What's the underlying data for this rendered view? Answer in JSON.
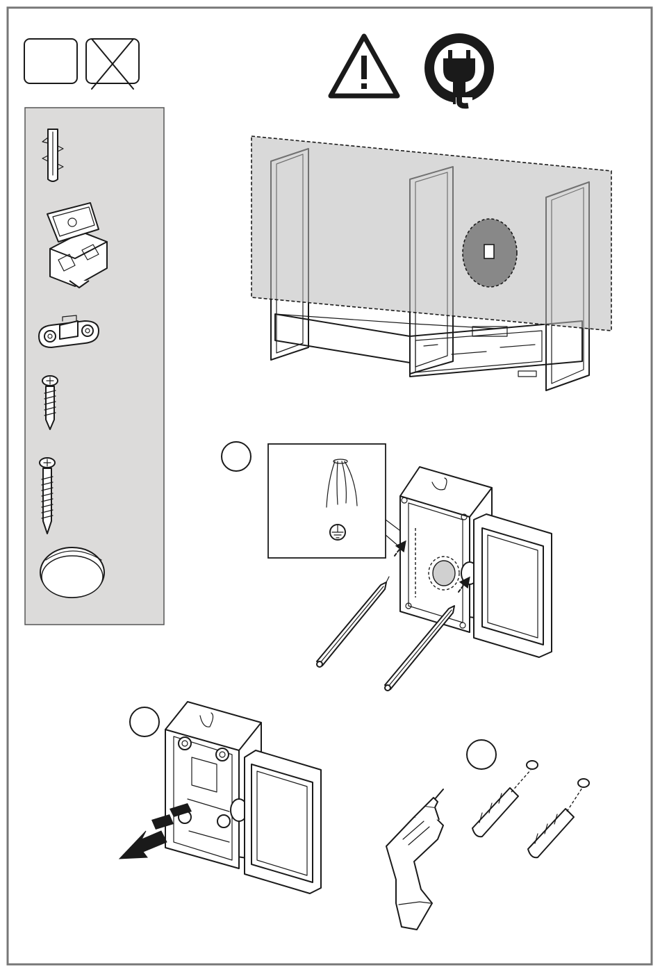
{
  "colors": {
    "frame_border": "#777777",
    "parts_panel_background": "#dcdbda",
    "wall_overlay": "#b9b9b9",
    "switch_spot": "#888888",
    "line": "#1a1a1a"
  },
  "icons": {
    "top_left": [
      "blank-box-icon",
      "crossed-box-icon"
    ],
    "warnings": [
      "warning-triangle-icon",
      "unplug-power-icon"
    ],
    "parts": [
      "wall-plug-icon",
      "junction-box-icon",
      "cable-clamp-icon",
      "short-screw-icon",
      "long-screw-icon",
      "cover-cap-icon"
    ]
  },
  "steps": [
    {
      "id": "step-1",
      "icons": [
        "wire-detail-icon",
        "earth-ground-icon",
        "pencil-icon",
        "junction-box-icon"
      ]
    },
    {
      "id": "step-2",
      "icons": [
        "junction-box-icon",
        "knockout-arrow-icon"
      ]
    },
    {
      "id": "step-3",
      "icons": [
        "drill-icon",
        "wall-plug-icon"
      ]
    }
  ]
}
